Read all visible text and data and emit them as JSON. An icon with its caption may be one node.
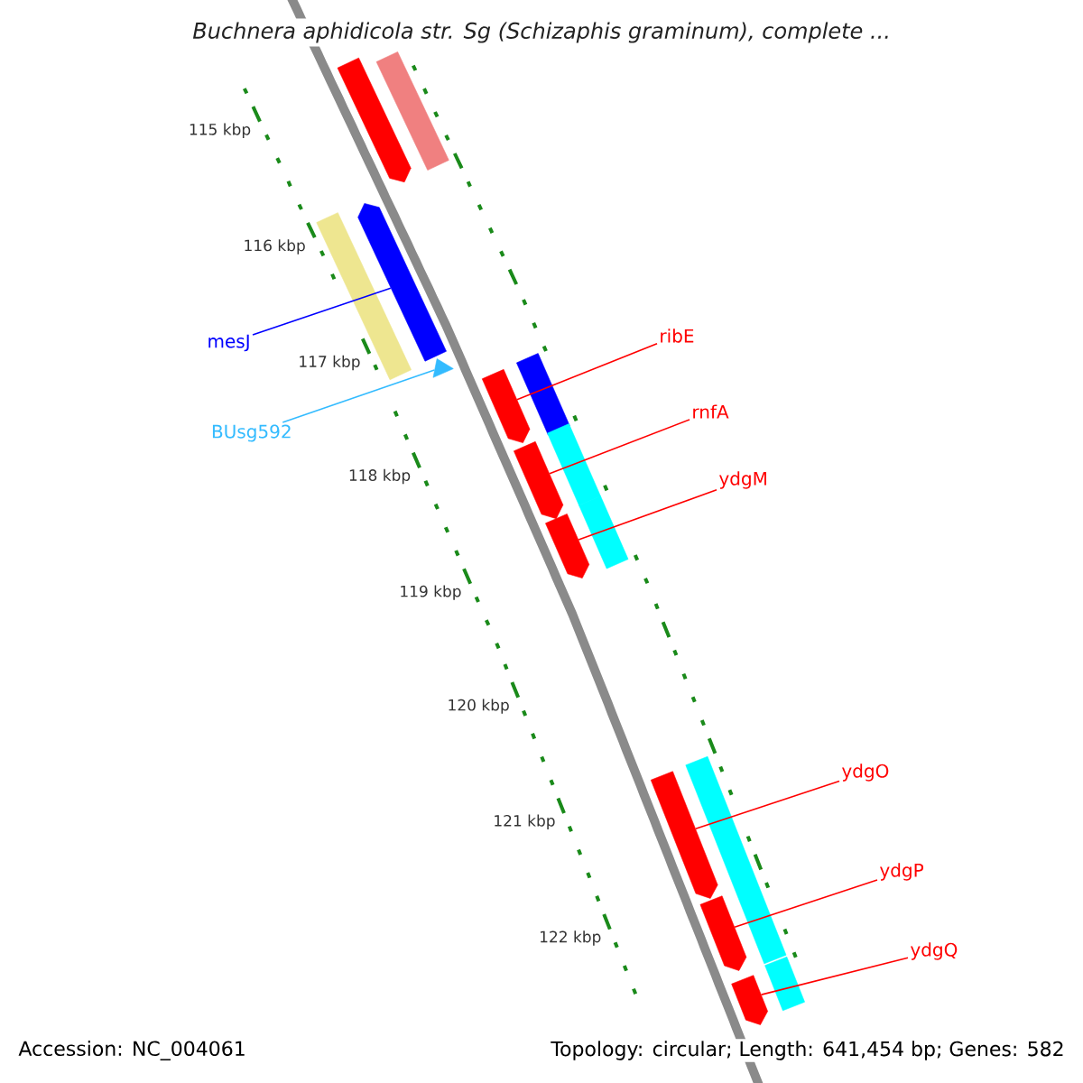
{
  "diagram": {
    "title": "Buchnera aphidicola str. Sg (Schizaphis graminum), complete ...",
    "nodes": [
      {
        "text": [],
        "shape": "arrow"
      },
      {
        "text": [],
        "shape": "bar"
      },
      {
        "text": [],
        "shape": "bar"
      },
      {
        "text": [],
        "shape": "arrow"
      },
      {
        "text": [
          "mesJ"
        ]
      },
      {
        "text": [],
        "shape": "triangle"
      },
      {
        "text": [
          "BUsg592"
        ]
      },
      {
        "text": [
          "ribE"
        ]
      },
      {
        "text": [],
        "shape": "arrow"
      },
      {
        "text": [],
        "shape": "bar"
      },
      {
        "text": [
          "rnfA"
        ]
      },
      {
        "text": [],
        "shape": "arrow"
      },
      {
        "text": [],
        "shape": "bar"
      },
      {
        "text": [
          "ydgM"
        ]
      },
      {
        "text": [],
        "shape": "arrow"
      },
      {
        "text": [],
        "shape": "bar"
      },
      {
        "text": [],
        "shape": "bar"
      },
      {
        "text": [
          "ydgO"
        ]
      },
      {
        "text": [],
        "shape": "arrow"
      },
      {
        "text": [
          "ydgP"
        ]
      },
      {
        "text": [],
        "shape": "arrow"
      },
      {
        "text": [
          "ydgQ"
        ]
      },
      {
        "text": [],
        "shape": "arrow"
      },
      {
        "text": [],
        "shape": "bar"
      }
    ],
    "edges": [
      {
        "from": 4,
        "to": 3,
        "arrow": "none",
        "color": "#0000ff"
      },
      {
        "from": 6,
        "to": 5,
        "arrow": "none",
        "color": "#33bbff"
      },
      {
        "from": 7,
        "to": 8,
        "arrow": "none"
      },
      {
        "from": 10,
        "to": 11,
        "arrow": "none"
      },
      {
        "from": 13,
        "to": 14,
        "arrow": "none"
      },
      {
        "from": 17,
        "to": 18,
        "arrow": "none"
      },
      {
        "from": 19,
        "to": 20,
        "arrow": "none"
      },
      {
        "from": 21,
        "to": 22,
        "arrow": "none"
      }
    ],
    "labels": [
      "115 kbp",
      "116 kbp",
      "117 kbp",
      "118 kbp",
      "119 kbp",
      "120 kbp",
      "121 kbp",
      "122 kbp",
      "Accession: NC_004061",
      "Topology: circular; Length: 641,454 bp; Genes: 582"
    ]
  }
}
